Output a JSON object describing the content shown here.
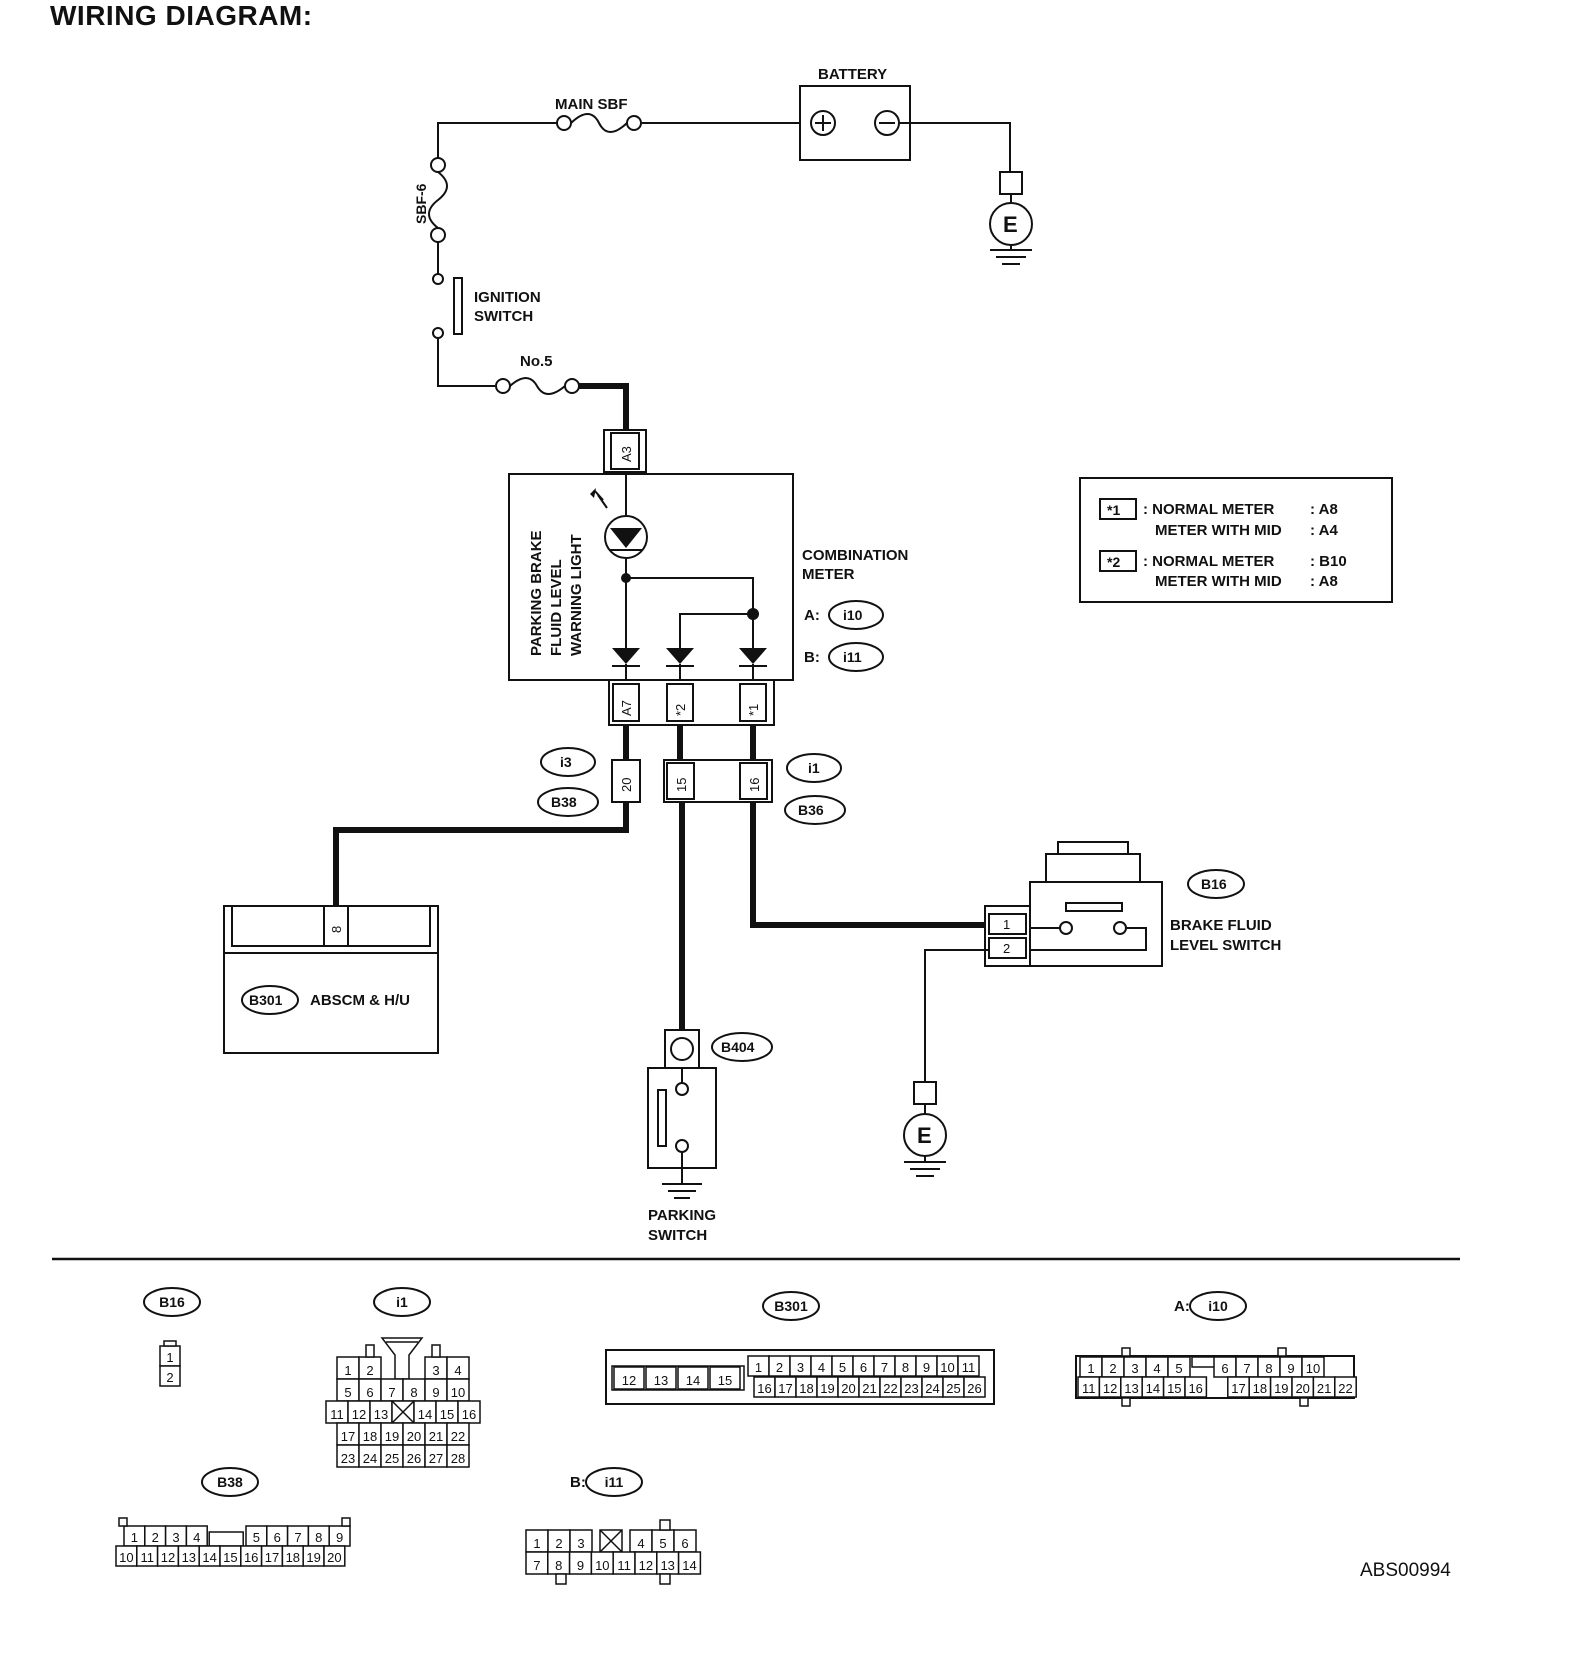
{
  "title": "WIRING DIAGRAM:",
  "doc_id": "ABS00994",
  "power": {
    "battery": "BATTERY",
    "main_sbf": "MAIN SBF",
    "sbf6": "SBF-6",
    "ignition_line1": "IGNITION",
    "ignition_line2": "SWITCH",
    "fuse_no5": "No.5",
    "ground_e": "E"
  },
  "meter": {
    "conn_a3": "A3",
    "warning_line1": "PARKING BRAKE",
    "warning_line2": "FLUID LEVEL",
    "warning_line3": "WARNING LIGHT",
    "name_line1": "COMBINATION",
    "name_line2": "METER",
    "a_prefix": "A:",
    "a_conn": "i10",
    "b_prefix": "B:",
    "b_conn": "i11",
    "pin_a7": "A7",
    "pin_star2": "*2",
    "pin_star1": "*1"
  },
  "legend": {
    "row1_tag": "*1",
    "row1_l1": ": NORMAL METER",
    "row1_v1": ": A8",
    "row1_l2": "METER WITH MID",
    "row1_v2": ": A4",
    "row2_tag": "*2",
    "row2_l1": ": NORMAL METER",
    "row2_v1": ": B10",
    "row2_l2": "METER WITH MID",
    "row2_v2": ": A8"
  },
  "connectors": {
    "i3": "i3",
    "b38": "B38",
    "pin20": "20",
    "i1": "i1",
    "b36": "B36",
    "pin15": "15",
    "pin16": "16"
  },
  "abscm": {
    "conn": "B301",
    "label": "ABSCM & H/U",
    "pin": "8"
  },
  "parking_switch": {
    "conn": "B404",
    "line1": "PARKING",
    "line2": "SWITCH"
  },
  "brake_fluid": {
    "conn": "B16",
    "line1": "BRAKE FLUID",
    "line2": "LEVEL SWITCH",
    "pin1": "1",
    "pin2": "2",
    "ground": "E"
  },
  "faces": {
    "b16": {
      "name": "B16",
      "rows": [
        [
          "1"
        ],
        [
          "2"
        ]
      ]
    },
    "i1": {
      "name": "i1",
      "rows": [
        [
          "1",
          "2",
          "",
          "3",
          "4"
        ],
        [
          "5",
          "6",
          "7",
          "8",
          "9",
          "10"
        ],
        [
          "11",
          "12",
          "13",
          "X",
          "14",
          "15",
          "16"
        ],
        [
          "17",
          "18",
          "19",
          "20",
          "21",
          "22"
        ],
        [
          "23",
          "24",
          "25",
          "26",
          "27",
          "28"
        ]
      ]
    },
    "b301": {
      "name": "B301",
      "left": [
        "12",
        "13",
        "14",
        "15"
      ],
      "top": [
        "1",
        "2",
        "3",
        "4",
        "5",
        "6",
        "7",
        "8",
        "9",
        "10",
        "11"
      ],
      "bottom": [
        "16",
        "17",
        "18",
        "19",
        "20",
        "21",
        "22",
        "23",
        "24",
        "25",
        "26"
      ]
    },
    "i10": {
      "prefix": "A:",
      "name": "i10",
      "top": [
        "1",
        "2",
        "3",
        "4",
        "5",
        "",
        "6",
        "7",
        "8",
        "9",
        "10"
      ],
      "bottom": [
        "11",
        "12",
        "13",
        "14",
        "15",
        "16",
        "",
        "17",
        "18",
        "19",
        "20",
        "21",
        "22"
      ]
    },
    "b38": {
      "name": "B38",
      "top": [
        "1",
        "2",
        "3",
        "4",
        "",
        "5",
        "6",
        "7",
        "8",
        "9"
      ],
      "bottom": [
        "10",
        "11",
        "12",
        "13",
        "14",
        "15",
        "16",
        "17",
        "18",
        "19",
        "20"
      ]
    },
    "i11": {
      "prefix": "B:",
      "name": "i11",
      "top": [
        "1",
        "2",
        "3",
        "X",
        "4",
        "5",
        "6"
      ],
      "bottom": [
        "7",
        "8",
        "9",
        "10",
        "11",
        "12",
        "13",
        "14"
      ]
    }
  }
}
